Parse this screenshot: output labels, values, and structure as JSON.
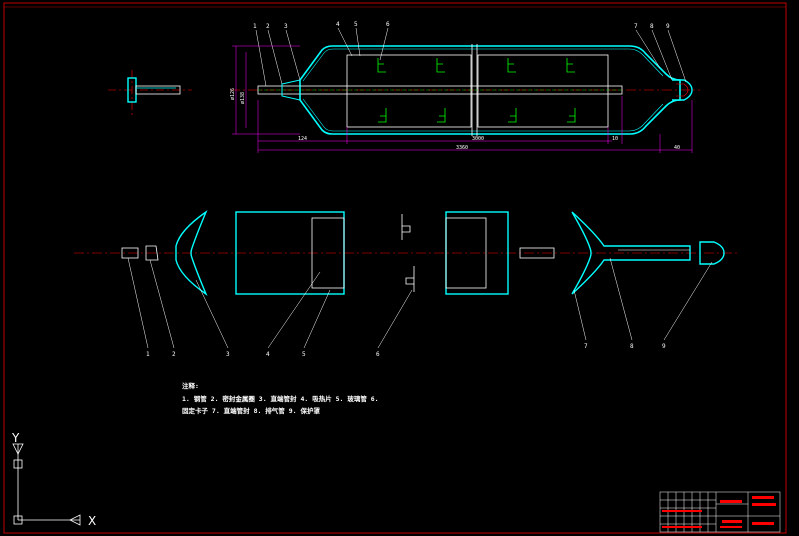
{
  "colors": {
    "background": "#000000",
    "outline": "#ffffff",
    "cyan": "#00ffff",
    "magenta": "#ff00ff",
    "green": "#00ff00",
    "red": "#ff0000",
    "frame": "#c00000"
  },
  "top_view": {
    "part_numbers": [
      "1",
      "2",
      "3",
      "4",
      "5",
      "6",
      "7",
      "8",
      "9"
    ],
    "dimensions": {
      "inner_dia": "ø126",
      "outer_dia": "ø138",
      "left": "124",
      "middle": "3000",
      "right_small": "10",
      "total": "3360",
      "end": "40"
    }
  },
  "exploded_view": {
    "part_numbers": [
      "1",
      "2",
      "3",
      "4",
      "5",
      "6",
      "7",
      "8",
      "9"
    ]
  },
  "notes": {
    "heading": "注释:",
    "line1": "1. 钢管  2. 密封金属圈  3. 直端管封  4. 吸热片  5. 玻璃管 6.",
    "line2": "固定卡子  7. 直端管封  8. 排气管  9. 保护罩"
  },
  "axes": {
    "x": "X",
    "y": "Y"
  }
}
